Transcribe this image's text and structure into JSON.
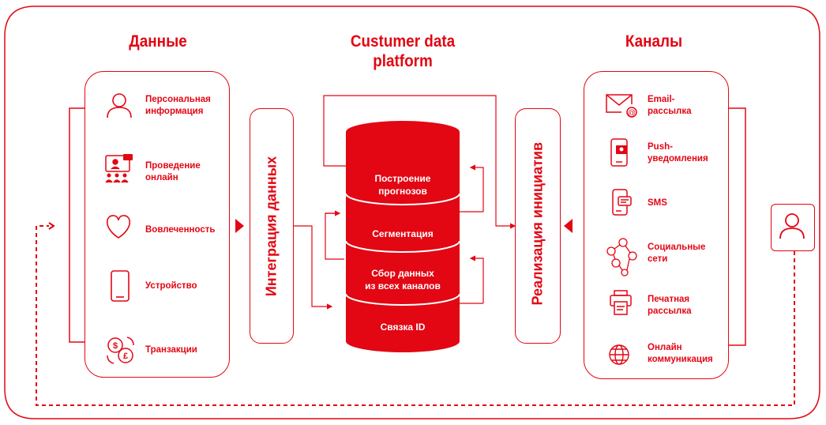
{
  "titles": {
    "data": "Данные",
    "cdp_line1": "Custumer data",
    "cdp_line2": "platform",
    "channels": "Каналы"
  },
  "data_items": [
    {
      "icon": "person-icon",
      "line1": "Персональная",
      "line2": "информация"
    },
    {
      "icon": "webinar-icon",
      "line1": "Проведение",
      "line2": "онлайн"
    },
    {
      "icon": "heart-icon",
      "line1": "Вовлеченность",
      "line2": ""
    },
    {
      "icon": "smartphone-icon",
      "line1": "Устройство",
      "line2": ""
    },
    {
      "icon": "currency-exchange-icon",
      "line1": "Транзакции",
      "line2": ""
    }
  ],
  "channel_items": [
    {
      "icon": "email-icon",
      "line1": "Email-",
      "line2": "рассылка"
    },
    {
      "icon": "push-notification-icon",
      "line1": "Push-",
      "line2": "уведомления"
    },
    {
      "icon": "sms-icon",
      "line1": "SMS",
      "line2": ""
    },
    {
      "icon": "social-network-icon",
      "line1": "Социальные",
      "line2": "сети"
    },
    {
      "icon": "printer-icon",
      "line1": "Печатная",
      "line2": "рассылка"
    },
    {
      "icon": "globe-icon",
      "line1": "Онлайн",
      "line2": "коммуникация"
    }
  ],
  "integration_label": "Интеграция данных",
  "initiatives_label": "Реализация инициатив",
  "database_layers": [
    {
      "line1": "Построение",
      "line2": "прогнозов"
    },
    {
      "line1": "Сегментация",
      "line2": ""
    },
    {
      "line1": "Сбор данных",
      "line2": "из всех каналов"
    },
    {
      "line1": "Связка ID",
      "line2": ""
    }
  ],
  "customer_icon": "user-icon",
  "colors": {
    "accent": "#e30613",
    "background": "#ffffff"
  }
}
